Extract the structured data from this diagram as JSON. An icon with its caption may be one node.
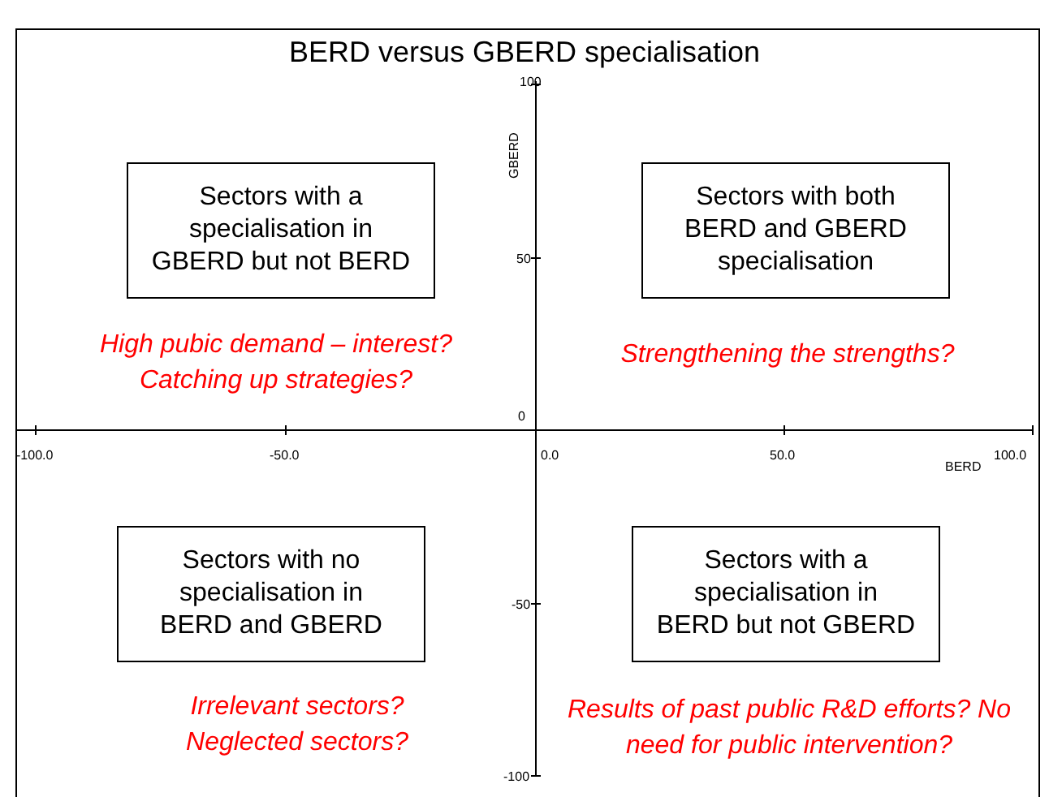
{
  "diagram": {
    "title": "BERD versus GBERD specialisation",
    "nodes": [
      {
        "text": [
          "Sectors with a specialisation in GBERD but not BERD"
        ]
      },
      {
        "text": [
          "Sectors with both BERD and GBERD specialisation"
        ]
      },
      {
        "text": [
          "Sectors with no specialisation in BERD and GBERD"
        ]
      },
      {
        "text": [
          "Sectors with a specialisation in BERD but not GBERD"
        ]
      }
    ],
    "labels": [
      "100",
      "GBERD",
      "50",
      "High pubic demand – interest? Catching up strategies?",
      "Strengthening the strengths?",
      "0",
      "-100.0",
      "-50.0",
      "0.0",
      "50.0",
      "100.0",
      "BERD",
      "-50",
      "Irrelevant sectors? Neglected sectors?",
      "Results of past public R&D efforts? No need for public intervention?",
      "-100"
    ]
  }
}
